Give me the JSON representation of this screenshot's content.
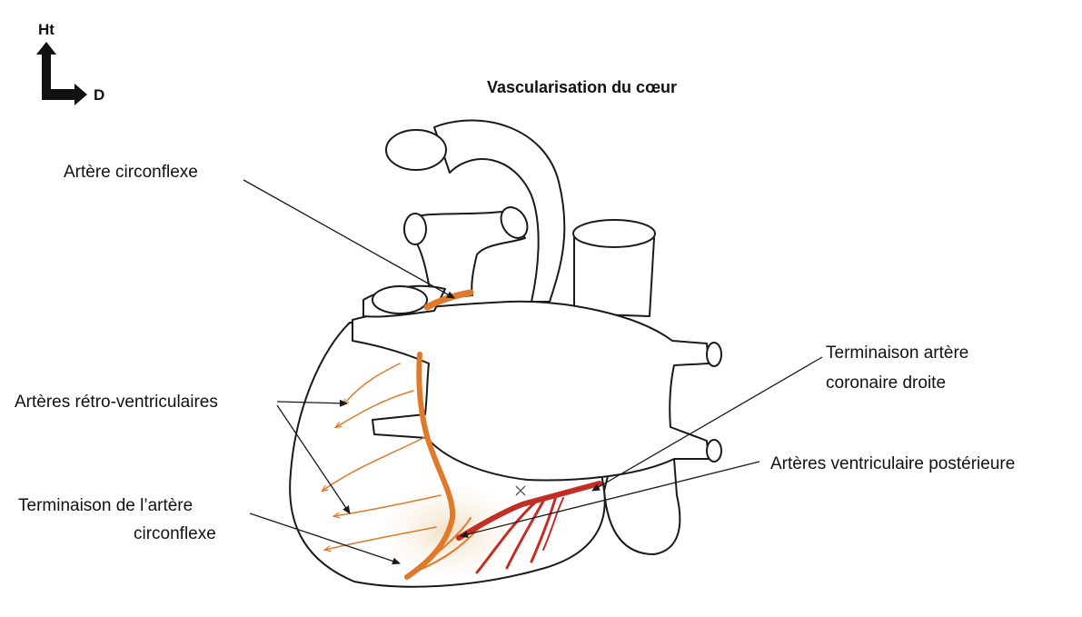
{
  "title": "Vascularisation du cœur",
  "orientation": {
    "up": "Ht",
    "right": "D"
  },
  "labels": {
    "circumflex": "Artère circonflexe",
    "retro_line1": "Artères rétro-ventriculaires",
    "term_circ_line1": "Terminaison de l’artère",
    "term_circ_line2": "circonflexe",
    "term_rca_line1": "Terminaison artère",
    "term_rca_line2": "coronaire droite",
    "post_ventricular": "Artères ventriculaire postérieure"
  },
  "colors": {
    "circumflex_artery": "#e0792a",
    "coronary_artery": "#c22d24",
    "outline": "#1a1a1a"
  }
}
